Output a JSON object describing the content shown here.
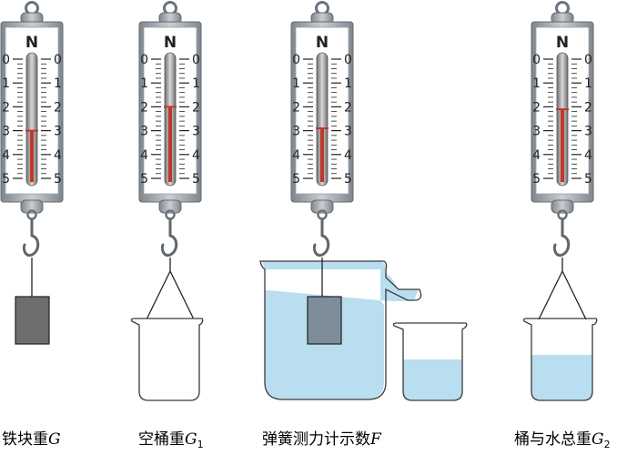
{
  "unit_label": "N",
  "scale_ticks": [
    "0",
    "1",
    "2",
    "3",
    "4",
    "5"
  ],
  "colors": {
    "frame": "#a7adb3",
    "face": "#ffffff",
    "tube": "#8f8f8f",
    "indicator": "#c0392b",
    "block": "#6e6e6e",
    "water": "#b9def0",
    "glass": "#3a3a3a"
  },
  "scales": [
    {
      "reading": 3.0
    },
    {
      "reading": 2.0
    },
    {
      "reading": 2.9
    },
    {
      "reading": 2.1
    }
  ],
  "captions": [
    {
      "text": "铁块重",
      "var": "G",
      "sub": ""
    },
    {
      "text": "空桶重",
      "var": "G",
      "sub": "1"
    },
    {
      "text": "弹簧测力计示数",
      "var": "F",
      "sub": ""
    },
    {
      "text": "桶与水总重",
      "var": "G",
      "sub": "2"
    }
  ]
}
